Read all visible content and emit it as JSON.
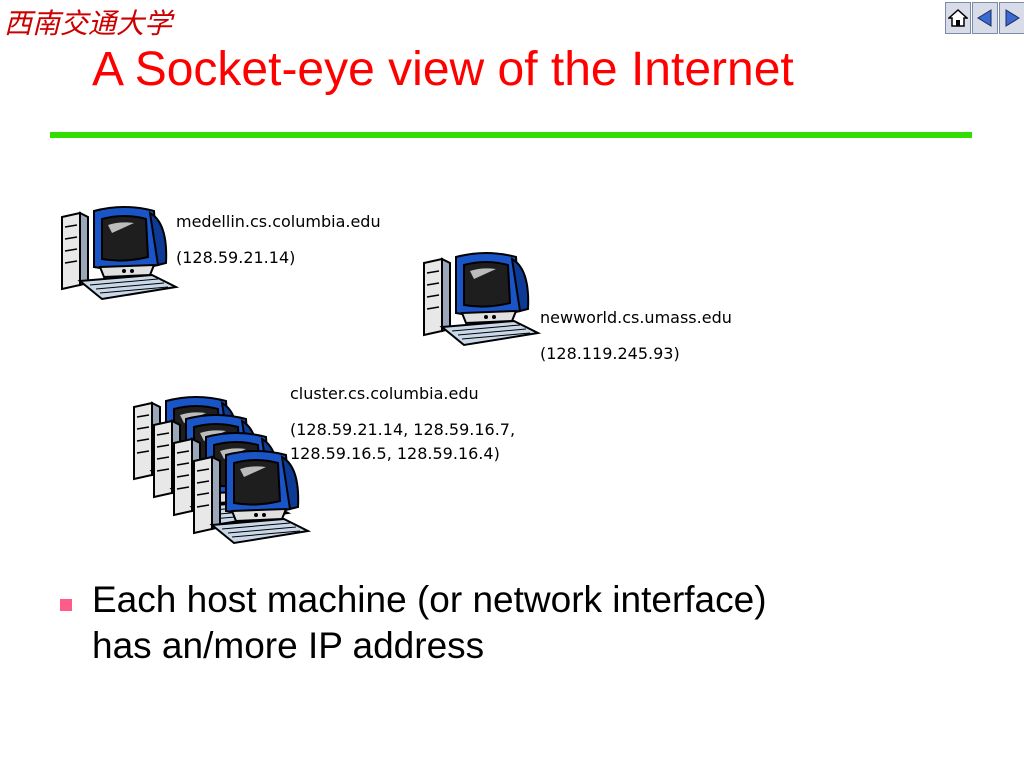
{
  "header": {
    "logo_text": "西南交通大学",
    "logo_color": "#cc0000",
    "title": "A Socket-eye view of the Internet",
    "title_color": "#ff0000",
    "rule_color": "#33dd00",
    "nav": [
      {
        "name": "home-icon"
      },
      {
        "name": "previous-icon"
      },
      {
        "name": "next-icon"
      }
    ]
  },
  "hosts": [
    {
      "name": "medellin.cs.columbia.edu",
      "address": "(128.59.21.14)"
    },
    {
      "name": "newworld.cs.umass.edu",
      "address": "(128.119.245.93)"
    },
    {
      "name": "cluster.cs.columbia.edu",
      "address_line1": "(128.59.21.14,  128.59.16.7,",
      "address_line2": "128.59.16.5, 128.59.16.4)"
    }
  ],
  "bullet": {
    "line1": "Each host machine (or network interface)",
    "line2": "has an/more IP address",
    "marker_color": "#ff5c8a"
  }
}
